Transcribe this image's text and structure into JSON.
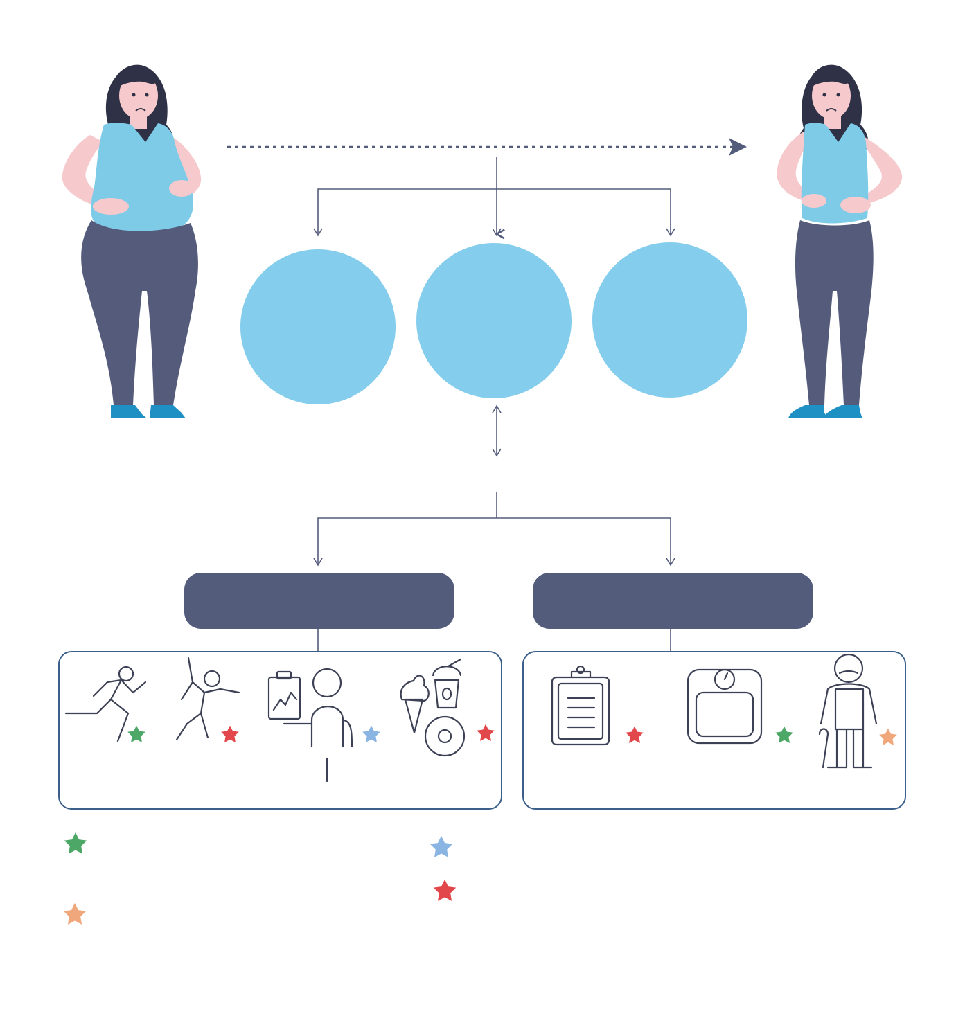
{
  "colors": {
    "navy": "#545c7c",
    "circle": "#85cdec",
    "skin": "#f6c9cc",
    "hair": "#2f3146",
    "shirt": "#7ecbe8",
    "pants": "#555c7b",
    "shoes": "#1e90c4",
    "box_border": "#3b5f8a",
    "icon_stroke": "#3d4155",
    "star_green": "#4da867",
    "star_red": "#e2474b",
    "star_blue": "#8ab5e2",
    "star_orange": "#f1a77c"
  },
  "figures": [
    {
      "name": "woman-before-figure",
      "build": "heavy"
    },
    {
      "name": "woman-after-figure",
      "build": "slim"
    }
  ],
  "upper_circles": [
    "circle-left",
    "circle-middle",
    "circle-right"
  ],
  "category_pills": [
    "category-pill-left",
    "category-pill-right"
  ],
  "left_box_icons": [
    {
      "icon": "running-person-icon",
      "star": "star_green"
    },
    {
      "icon": "falling-person-icon",
      "star": "star_red"
    },
    {
      "icon": "doctor-with-chart-icon",
      "star": "star_blue"
    },
    {
      "icon": "sweets-and-drinks-icon",
      "star": "star_red"
    }
  ],
  "right_box_icons": [
    {
      "icon": "clipboard-icon",
      "star": "star_red"
    },
    {
      "icon": "weighing-scale-icon",
      "star": "star_green"
    },
    {
      "icon": "elderly-man-with-cane-icon",
      "star": "star_orange"
    }
  ],
  "legend_stars": [
    "star_green",
    "star_orange",
    "star_blue",
    "star_red"
  ]
}
